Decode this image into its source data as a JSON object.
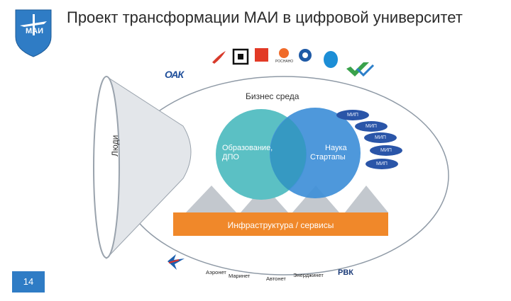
{
  "title": "Проект трансформации МАИ в цифровой университет",
  "logo": {
    "text": "МАИ"
  },
  "slide_number": "14",
  "business_label": "Бизнес среда",
  "people_label": "Люди",
  "education_label_line1": "Образование,",
  "education_label_line2": "ДПО",
  "science_label_line1": "Наука",
  "science_label_line2": "Стартапы",
  "infrastructure_label": "Инфраструктура / сервисы",
  "badges": [
    "МИП",
    "МИП",
    "МИП",
    "МИП",
    "МИП"
  ],
  "partner_logos": {
    "oak": "ОАК",
    "rosnano": "РОСНАНО"
  },
  "ecosystem": {
    "aeronet": "Аэронет",
    "marinet": "Маринет",
    "avtonet": "Автонет",
    "energinet": "Энерджинет",
    "rvk": "РВК"
  },
  "colors": {
    "education": "#5bc0c4",
    "science": "#3f8fd8",
    "infrastructure": "#f0882a",
    "badge": "#2a55a8",
    "slide_number": "#2f7cc5"
  }
}
